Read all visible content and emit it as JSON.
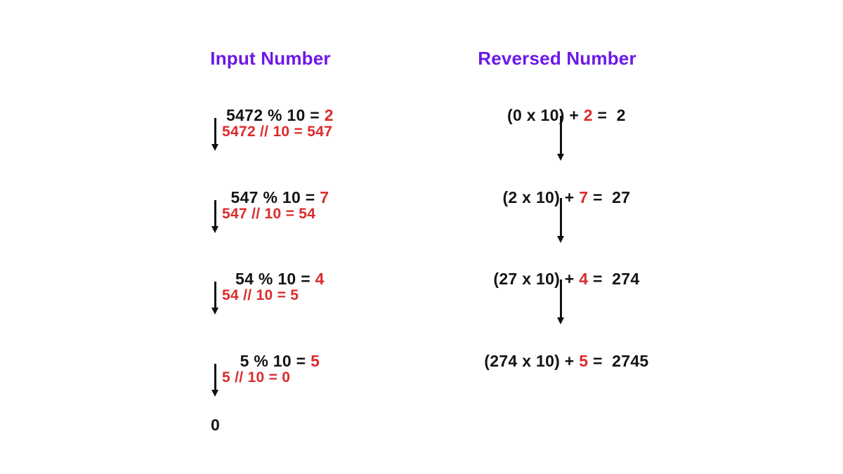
{
  "headers": {
    "left": "Input Number",
    "right": "Reversed Number"
  },
  "colors": {
    "header_purple": "#6C18E8",
    "highlight_red": "#DC2B2B",
    "text_black": "#141414",
    "background": "#FFFFFF",
    "arrow": "#111111"
  },
  "left_column": {
    "steps": [
      {
        "expr": "5472 % 10 = ",
        "result": "2"
      },
      {
        "expr": "547 % 10 = ",
        "result": "7"
      },
      {
        "expr": "54 % 10 = ",
        "result": "4"
      },
      {
        "expr": "5 % 10 = ",
        "result": "5"
      }
    ],
    "transitions": [
      "5472 // 10 = 547",
      "547 // 10 = 54",
      "54 // 10 = 5",
      "5 // 10 = 0"
    ],
    "terminal": "0"
  },
  "right_column": {
    "steps": [
      {
        "prefix": "(0 x 10) + ",
        "digit": "2",
        "suffix": " =  2"
      },
      {
        "prefix": "(2 x 10) + ",
        "digit": "7",
        "suffix": " =  27"
      },
      {
        "prefix": "(27 x 10) + ",
        "digit": "4",
        "suffix": " =  274"
      },
      {
        "prefix": "(274 x 10) + ",
        "digit": "5",
        "suffix": " =  2745"
      }
    ]
  },
  "layout": {
    "row_tops": [
      124,
      241,
      357,
      474
    ],
    "left_arrow_tops": [
      168,
      285,
      401,
      518
    ],
    "left_arrow_heights": [
      47,
      47,
      47,
      47
    ],
    "left_label_tops": [
      176,
      293,
      409,
      526
    ],
    "right_arrow_tops": [
      165,
      282,
      398,
      415
    ],
    "right_arrow_heights": [
      64,
      64,
      64,
      64
    ],
    "right_arrow_row_tops": [
      165,
      282,
      398
    ]
  }
}
